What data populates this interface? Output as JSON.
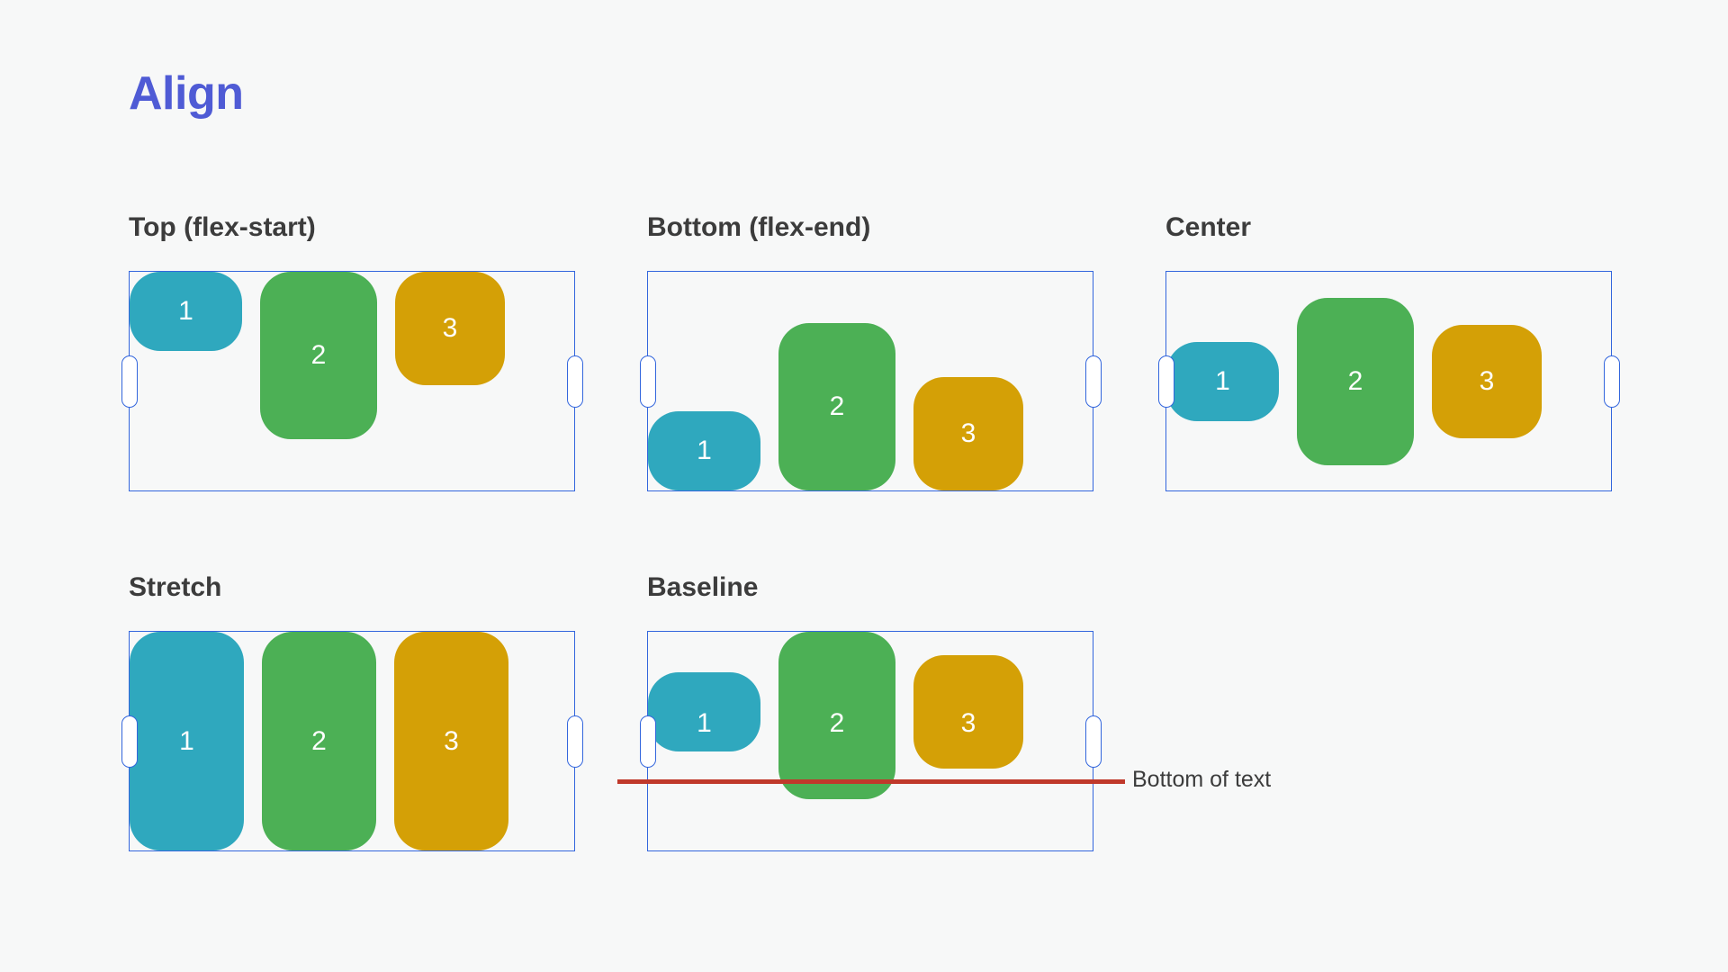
{
  "title": "Align",
  "colors": {
    "background": "#f7f8f8",
    "title": "#4f5bd5",
    "heading": "#3c3c3c",
    "container_border": "#3366dd",
    "handle_fill": "#ffffff",
    "box1": "#2fa8be",
    "box2": "#4cb055",
    "box3": "#d4a006",
    "baseline_line": "#c0392b",
    "box_label": "#ffffff"
  },
  "panels": [
    {
      "id": "top-flex-start",
      "heading": "Top (flex-start)",
      "align": "flex-start",
      "boxes": [
        {
          "label": "1",
          "color_key": "box1",
          "width": 125,
          "height": 88
        },
        {
          "label": "2",
          "color_key": "box2",
          "width": 130,
          "height": 186
        },
        {
          "label": "3",
          "color_key": "box3",
          "width": 122,
          "height": 126
        }
      ]
    },
    {
      "id": "bottom-flex-end",
      "heading": "Bottom (flex-end)",
      "align": "flex-end",
      "boxes": [
        {
          "label": "1",
          "color_key": "box1",
          "width": 125,
          "height": 88
        },
        {
          "label": "2",
          "color_key": "box2",
          "width": 130,
          "height": 186
        },
        {
          "label": "3",
          "color_key": "box3",
          "width": 122,
          "height": 126
        }
      ]
    },
    {
      "id": "center",
      "heading": "Center",
      "align": "center",
      "boxes": [
        {
          "label": "1",
          "color_key": "box1",
          "width": 125,
          "height": 88
        },
        {
          "label": "2",
          "color_key": "box2",
          "width": 130,
          "height": 186
        },
        {
          "label": "3",
          "color_key": "box3",
          "width": 122,
          "height": 126
        }
      ]
    },
    {
      "id": "stretch",
      "heading": "Stretch",
      "align": "stretch",
      "boxes": [
        {
          "label": "1",
          "color_key": "box1",
          "width": 127,
          "height": null
        },
        {
          "label": "2",
          "color_key": "box2",
          "width": 127,
          "height": null
        },
        {
          "label": "3",
          "color_key": "box3",
          "width": 127,
          "height": null
        }
      ]
    },
    {
      "id": "baseline",
      "heading": "Baseline",
      "align": "baseline",
      "boxes": [
        {
          "label": "1",
          "color_key": "box1",
          "width": 125,
          "height": 88
        },
        {
          "label": "2",
          "color_key": "box2",
          "width": 130,
          "height": 186
        },
        {
          "label": "3",
          "color_key": "box3",
          "width": 122,
          "height": 126
        }
      ],
      "annotation": "Bottom of text"
    }
  ],
  "handles": {
    "left_name": "resize-handle-left",
    "right_name": "resize-handle-right"
  }
}
